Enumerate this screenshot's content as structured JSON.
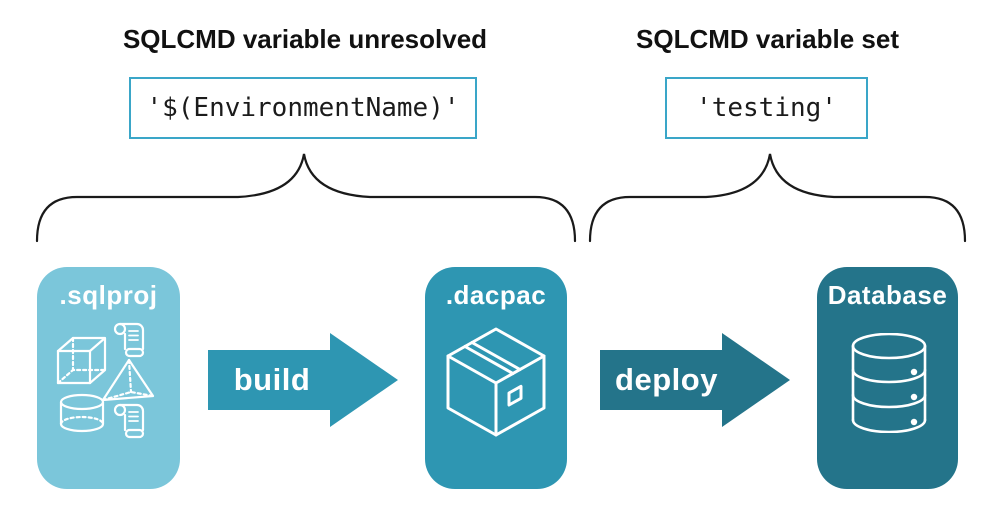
{
  "diagram": {
    "left_group": {
      "heading": "SQLCMD variable unresolved",
      "code": "'$(EnvironmentName)'"
    },
    "right_group": {
      "heading": "SQLCMD variable set",
      "code": "'testing'"
    },
    "stages": [
      {
        "label": ".sqlproj",
        "color": "#7BC6DA",
        "icons": [
          "scroll-icon",
          "cube-icon",
          "pyramid-icon",
          "cylinder-icon",
          "scroll-icon"
        ]
      },
      {
        "label": ".dacpac",
        "color": "#2E96B2",
        "icons": [
          "package-icon"
        ]
      },
      {
        "label": "Database",
        "color": "#24748A",
        "icons": [
          "database-icon"
        ]
      }
    ],
    "arrows": [
      {
        "label": "build",
        "color": "#2E96B2"
      },
      {
        "label": "deploy",
        "color": "#24748A"
      }
    ],
    "colors": {
      "code_box_border": "#3AA6C8",
      "brace_stroke": "#1A1A1A",
      "heading_text": "#111111",
      "card_text": "#FFFFFF",
      "background": "#FFFFFF"
    }
  }
}
